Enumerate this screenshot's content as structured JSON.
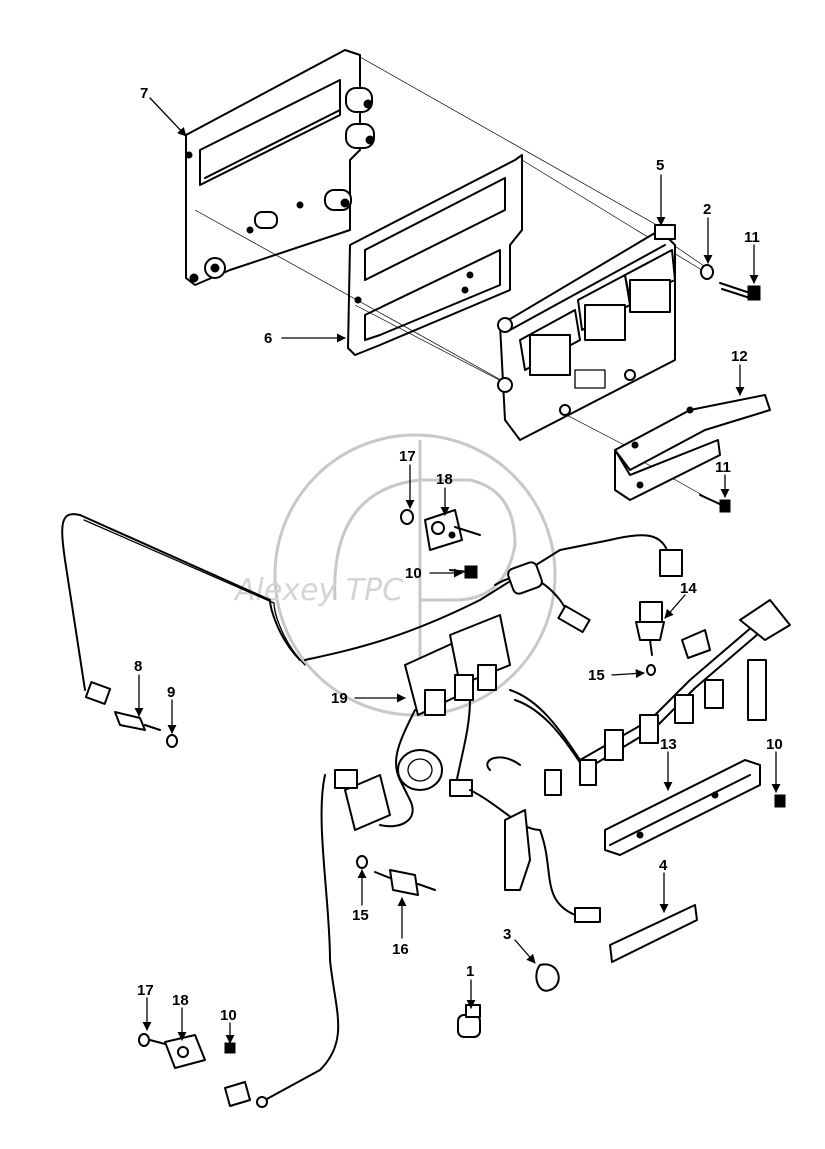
{
  "watermark": {
    "text": "Alexey TPC",
    "color": "#c8c8c8"
  },
  "callouts": [
    {
      "id": "c1",
      "label": "1"
    },
    {
      "id": "c2",
      "label": "2"
    },
    {
      "id": "c3",
      "label": "3"
    },
    {
      "id": "c4",
      "label": "4"
    },
    {
      "id": "c5",
      "label": "5"
    },
    {
      "id": "c6",
      "label": "6"
    },
    {
      "id": "c7",
      "label": "7"
    },
    {
      "id": "c8",
      "label": "8"
    },
    {
      "id": "c9",
      "label": "9"
    },
    {
      "id": "c10a",
      "label": "10"
    },
    {
      "id": "c10b",
      "label": "10"
    },
    {
      "id": "c10c",
      "label": "10"
    },
    {
      "id": "c11a",
      "label": "11"
    },
    {
      "id": "c11b",
      "label": "11"
    },
    {
      "id": "c12",
      "label": "12"
    },
    {
      "id": "c13",
      "label": "13"
    },
    {
      "id": "c14",
      "label": "14"
    },
    {
      "id": "c15a",
      "label": "15"
    },
    {
      "id": "c15b",
      "label": "15"
    },
    {
      "id": "c16",
      "label": "16"
    },
    {
      "id": "c17a",
      "label": "17"
    },
    {
      "id": "c17b",
      "label": "17"
    },
    {
      "id": "c18a",
      "label": "18"
    },
    {
      "id": "c18b",
      "label": "18"
    },
    {
      "id": "c19",
      "label": "19"
    }
  ]
}
